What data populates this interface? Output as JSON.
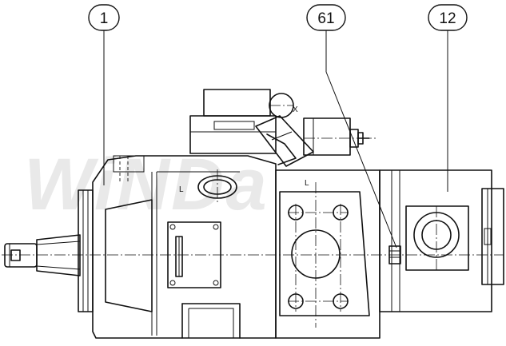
{
  "watermark": "WiNDa",
  "callouts": [
    {
      "label": "1"
    },
    {
      "label": "61"
    },
    {
      "label": "12"
    }
  ],
  "port_labels": {
    "port_l_top": "L",
    "port_l_flange": "L",
    "port_x": "X"
  }
}
